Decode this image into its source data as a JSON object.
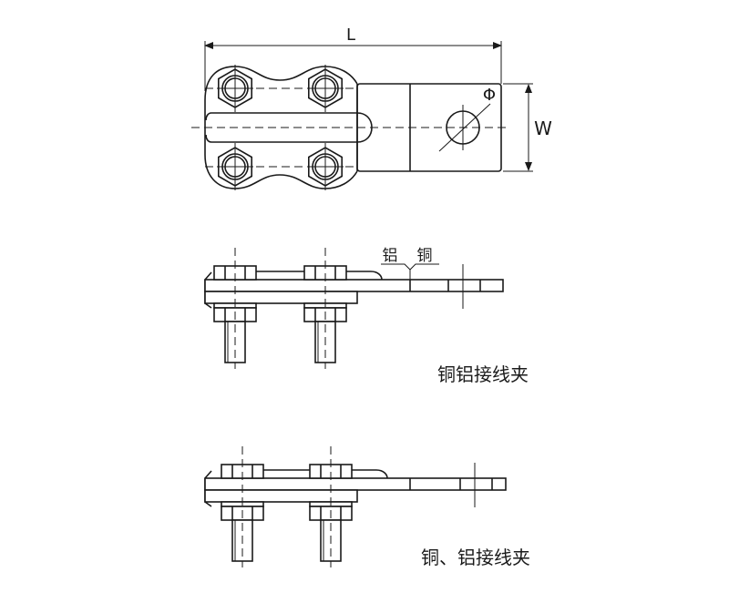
{
  "labels": {
    "length": "L",
    "width": "W",
    "diameter": "Φ",
    "aluminum": "铝",
    "copper": "铜",
    "caption_1": "铜铝接线夹",
    "caption_2": "铜、铝接线夹"
  },
  "colors": {
    "line": "#1a1a1a",
    "background": "#ffffff"
  }
}
